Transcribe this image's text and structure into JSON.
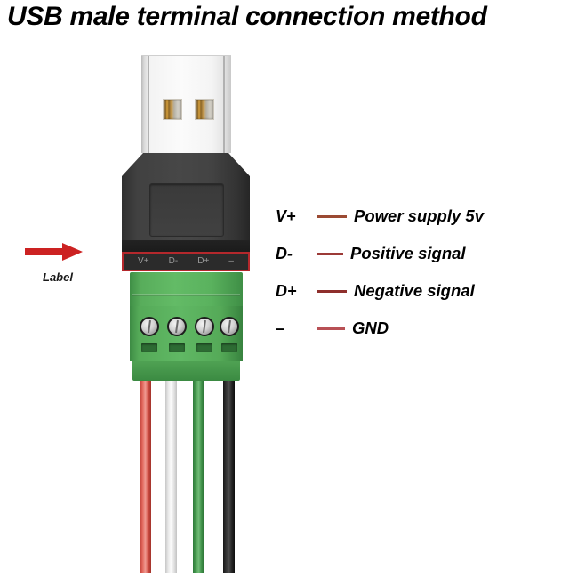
{
  "title": "USB male terminal connection method",
  "callout": {
    "arrow_label": "Label",
    "arrow_color": "#cc2222",
    "arrow_icon": "arrow-right-icon"
  },
  "connector": {
    "type": "usb-a-male-to-screw-terminal",
    "plug_shell_color": "#f4f4f4",
    "contact_color": "#c79a3c",
    "housing_color": "#454545",
    "terminal_block_color": "#5ab25e",
    "label_outline_color": "#b4282c",
    "pin_labels": [
      "V+",
      "D-",
      "D+",
      "–"
    ],
    "screw_count": 4,
    "wires": [
      {
        "name": "wire-red",
        "color": "#d24f45",
        "pin": "V+"
      },
      {
        "name": "wire-white",
        "color": "#e9e9e9",
        "pin": "D-"
      },
      {
        "name": "wire-green",
        "color": "#4a9c52",
        "pin": "D+"
      },
      {
        "name": "wire-black",
        "color": "#262626",
        "pin": "–"
      }
    ]
  },
  "legend": {
    "rows": [
      {
        "pin": "V+",
        "dash_color": "#9b4a33",
        "dash_width": 34,
        "desc": "Power supply 5v"
      },
      {
        "pin": "D-",
        "dash_color": "#9c3a37",
        "dash_width": 30,
        "desc": "Positive signal"
      },
      {
        "pin": "D+",
        "dash_color": "#8e2f2c",
        "dash_width": 34,
        "desc": "Negative signal"
      },
      {
        "pin": "–",
        "dash_color": "#b85055",
        "dash_width": 32,
        "desc": "GND"
      }
    ]
  }
}
